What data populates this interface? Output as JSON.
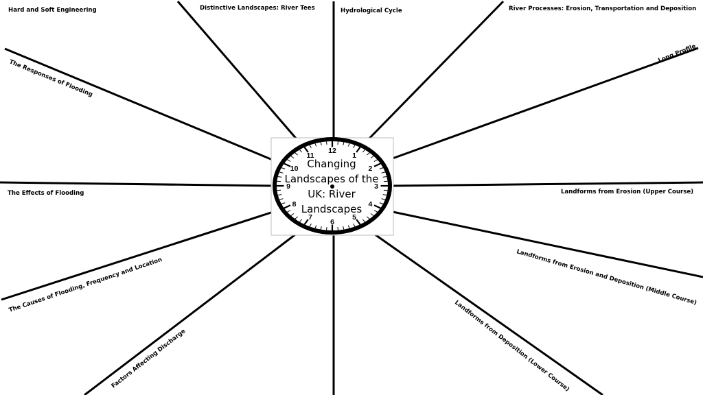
{
  "center": {
    "title_lines": [
      "Changing",
      "Landscapes of the",
      "UK: River",
      "Landscapes"
    ]
  },
  "clock": {
    "numbers": [
      "12",
      "1",
      "2",
      "3",
      "4",
      "5",
      "6",
      "7",
      "8",
      "9",
      "10",
      "11"
    ]
  },
  "topics": [
    "Hard and Soft Engineering",
    "Distinctive Landscapes: River Tees",
    "Hydrological Cycle",
    "River Processes: Erosion, Transportation and Deposition",
    "Long Profile",
    "The Responses of Flooding",
    "The Effects of Flooding",
    "Landforms from Erosion (Upper Course)",
    "Landforms from Erosion and Deposition (Middle Course)",
    "The Causes of Flooding, Frequency and Location",
    "Factors Affecting Discharge",
    "Landforms from Deposition (Lower Course)"
  ],
  "colors": {
    "line": "#000000",
    "background": "#ffffff",
    "frame": "#bdbdbd"
  }
}
